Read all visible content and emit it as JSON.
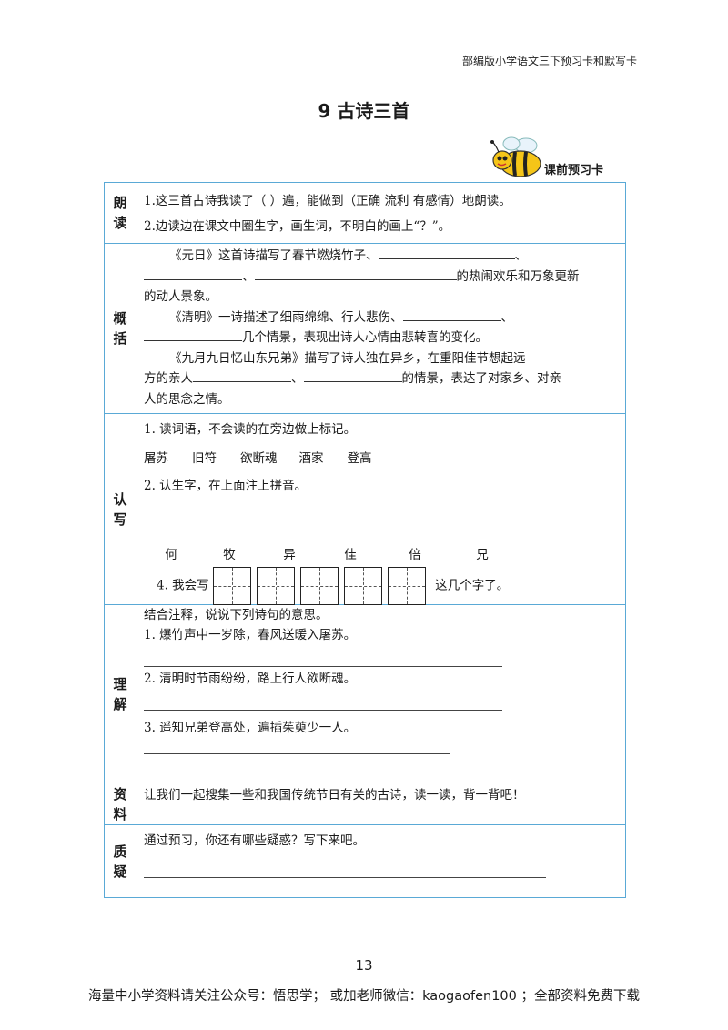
{
  "header": {
    "series": "部编版小学语文三下预习卡和默写卡"
  },
  "title": "9  古诗三首",
  "badge": {
    "label": "课前预习卡",
    "icon": "bee-icon"
  },
  "sections": {
    "langdu": {
      "label1": "朗",
      "label2": "读",
      "line1": "1.这三首古诗我读了（    ）遍，能做到（正确 流利 有感情）地朗读。",
      "line2": "2.边读边在课文中圈生字，画生词，不明白的画上“？”。"
    },
    "gaikuo": {
      "label1": "概",
      "label2": "括",
      "p1a": "《元日》这首诗描写了春节燃烧竹子、",
      "p1b": "、",
      "p1c": "、",
      "p1d": "的热闹欢乐和万象更新",
      "p1e": "的动人景象。",
      "p2a": "《清明》一诗描述了细雨绵绵、行人悲伤、",
      "p2b": "、",
      "p2c": "几个情景，表现出诗人心情由悲转喜的变化。",
      "p3a": "《九月九日忆山东兄弟》描写了诗人独在异乡，在重阳佳节想起远",
      "p3b": "方的亲人",
      "p3c": "、",
      "p3d": "的情景，表达了对家乡、对亲",
      "p3e": "人的思念之情。"
    },
    "renxie": {
      "label1": "认",
      "label2": "写",
      "q1": "1. 读词语，不会读的在旁边做上标记。",
      "words": [
        "屠苏",
        "旧符",
        "欲断魂",
        "酒家",
        "登高"
      ],
      "q2": "2. 认生字，在上面注上拼音。",
      "chars": [
        "何",
        "牧",
        "异",
        "佳",
        "倍",
        "兄"
      ],
      "q4a": "4. 我会写",
      "q4b": "这几个字了。"
    },
    "lijie": {
      "label1": "理",
      "label2": "解",
      "intro": "结合注释，说说下列诗句的意思。",
      "q1": "1. 爆竹声中一岁除，春风送暖入屠苏。",
      "q2": "2. 清明时节雨纷纷，路上行人欲断魂。",
      "q3": "3. 遥知兄弟登高处，遍插茱萸少一人。"
    },
    "ziliao": {
      "label1": "资",
      "label2": "料",
      "text": "让我们一起搜集一些和我国传统节日有关的古诗，读一读，背一背吧！"
    },
    "zhiyi": {
      "label1": "质",
      "label2": "疑",
      "text": "通过预习，你还有哪些疑惑？写下来吧。"
    }
  },
  "page_number": "13",
  "footer": "海量中小学资料请关注公众号：悟思学；  或加老师微信：kaogaofen100 ；全部资料免费下载",
  "colors": {
    "border": "#5aa9d6",
    "bee_body": "#f5c518"
  }
}
